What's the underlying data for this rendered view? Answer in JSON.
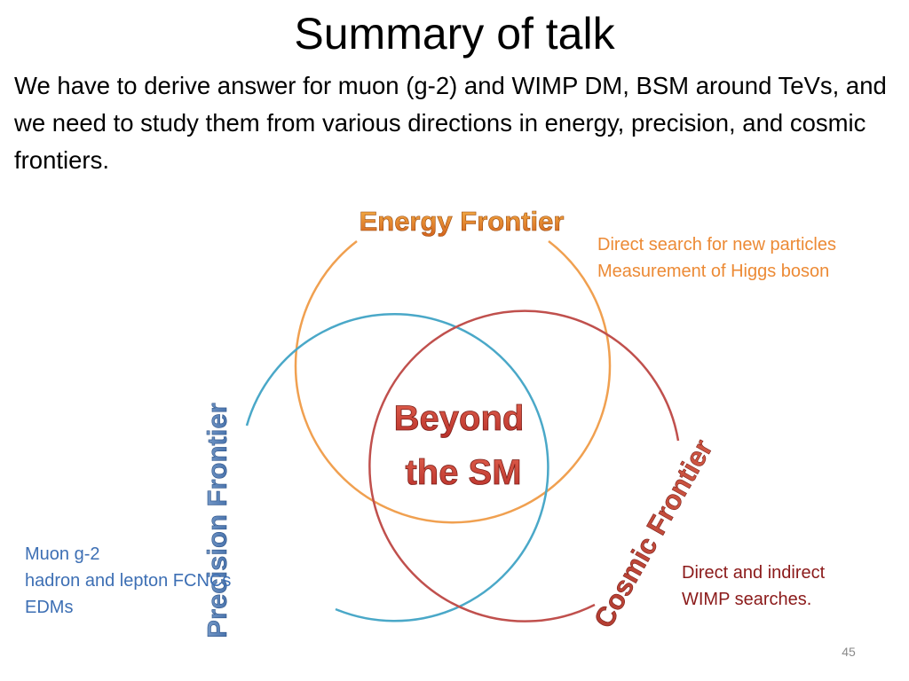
{
  "title": "Summary of talk",
  "intro": "We have to derive answer for muon (g-2) and WIMP DM, BSM around TeVs, and we need to study them from various directions in energy, precision, and cosmic frontiers.",
  "diagram": {
    "energy_label": "Energy Frontier",
    "precision_label": "Precision Frontier",
    "cosmic_label": "Cosmic Frontier",
    "center_line1": "Beyond",
    "center_line2": "the SM"
  },
  "notes": {
    "energy": [
      "Direct search for new particles",
      "Measurement of Higgs boson"
    ],
    "precision": [
      "Muon g-2",
      "hadron and lepton FCNCs",
      "EDMs"
    ],
    "cosmic": [
      "Direct and indirect",
      "WIMP searches."
    ]
  },
  "colors": {
    "energy": "#f0a050",
    "precision": "#4aa8c8",
    "cosmic": "#c0504d",
    "center_text": "#c0504d"
  },
  "page_number": "45"
}
